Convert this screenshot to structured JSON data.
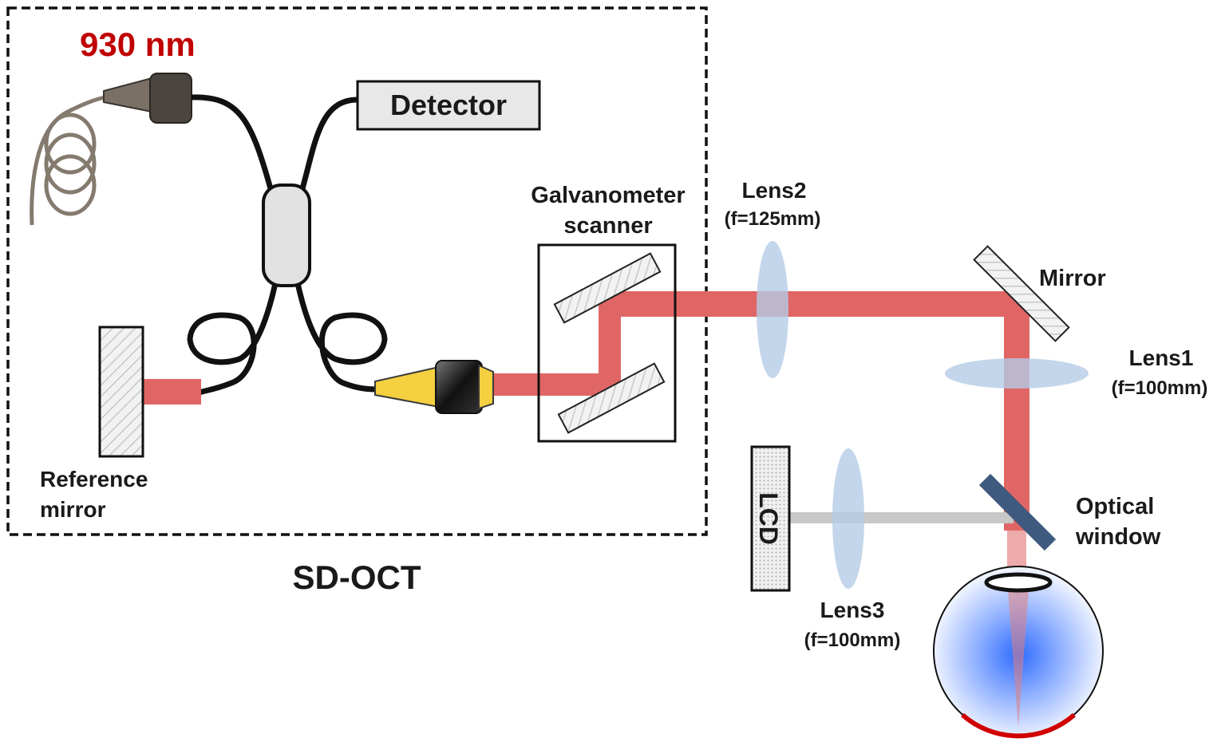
{
  "source": {
    "wavelength": "930 nm"
  },
  "system": {
    "label": "SD-OCT"
  },
  "detector": {
    "label": "Detector"
  },
  "reference_mirror": {
    "label_line1": "Reference",
    "label_line2": "mirror"
  },
  "galvanometer": {
    "label_line1": "Galvanometer",
    "label_line2": "scanner"
  },
  "lens2": {
    "name": "Lens2",
    "focal": "(f=125mm)"
  },
  "mirror": {
    "label": "Mirror"
  },
  "lens1": {
    "name": "Lens1",
    "focal": "(f=100mm)"
  },
  "optical_window": {
    "label_line1": "Optical",
    "label_line2": "window"
  },
  "lcd": {
    "label": "LCD"
  },
  "lens3": {
    "name": "Lens3",
    "focal": "(f=100mm)"
  },
  "colors": {
    "beam": "#e06666",
    "wavelength_text": "#c00000",
    "lens": "#b4cce6",
    "optical_window": "#3e5a7e",
    "retina": "#d00000"
  }
}
